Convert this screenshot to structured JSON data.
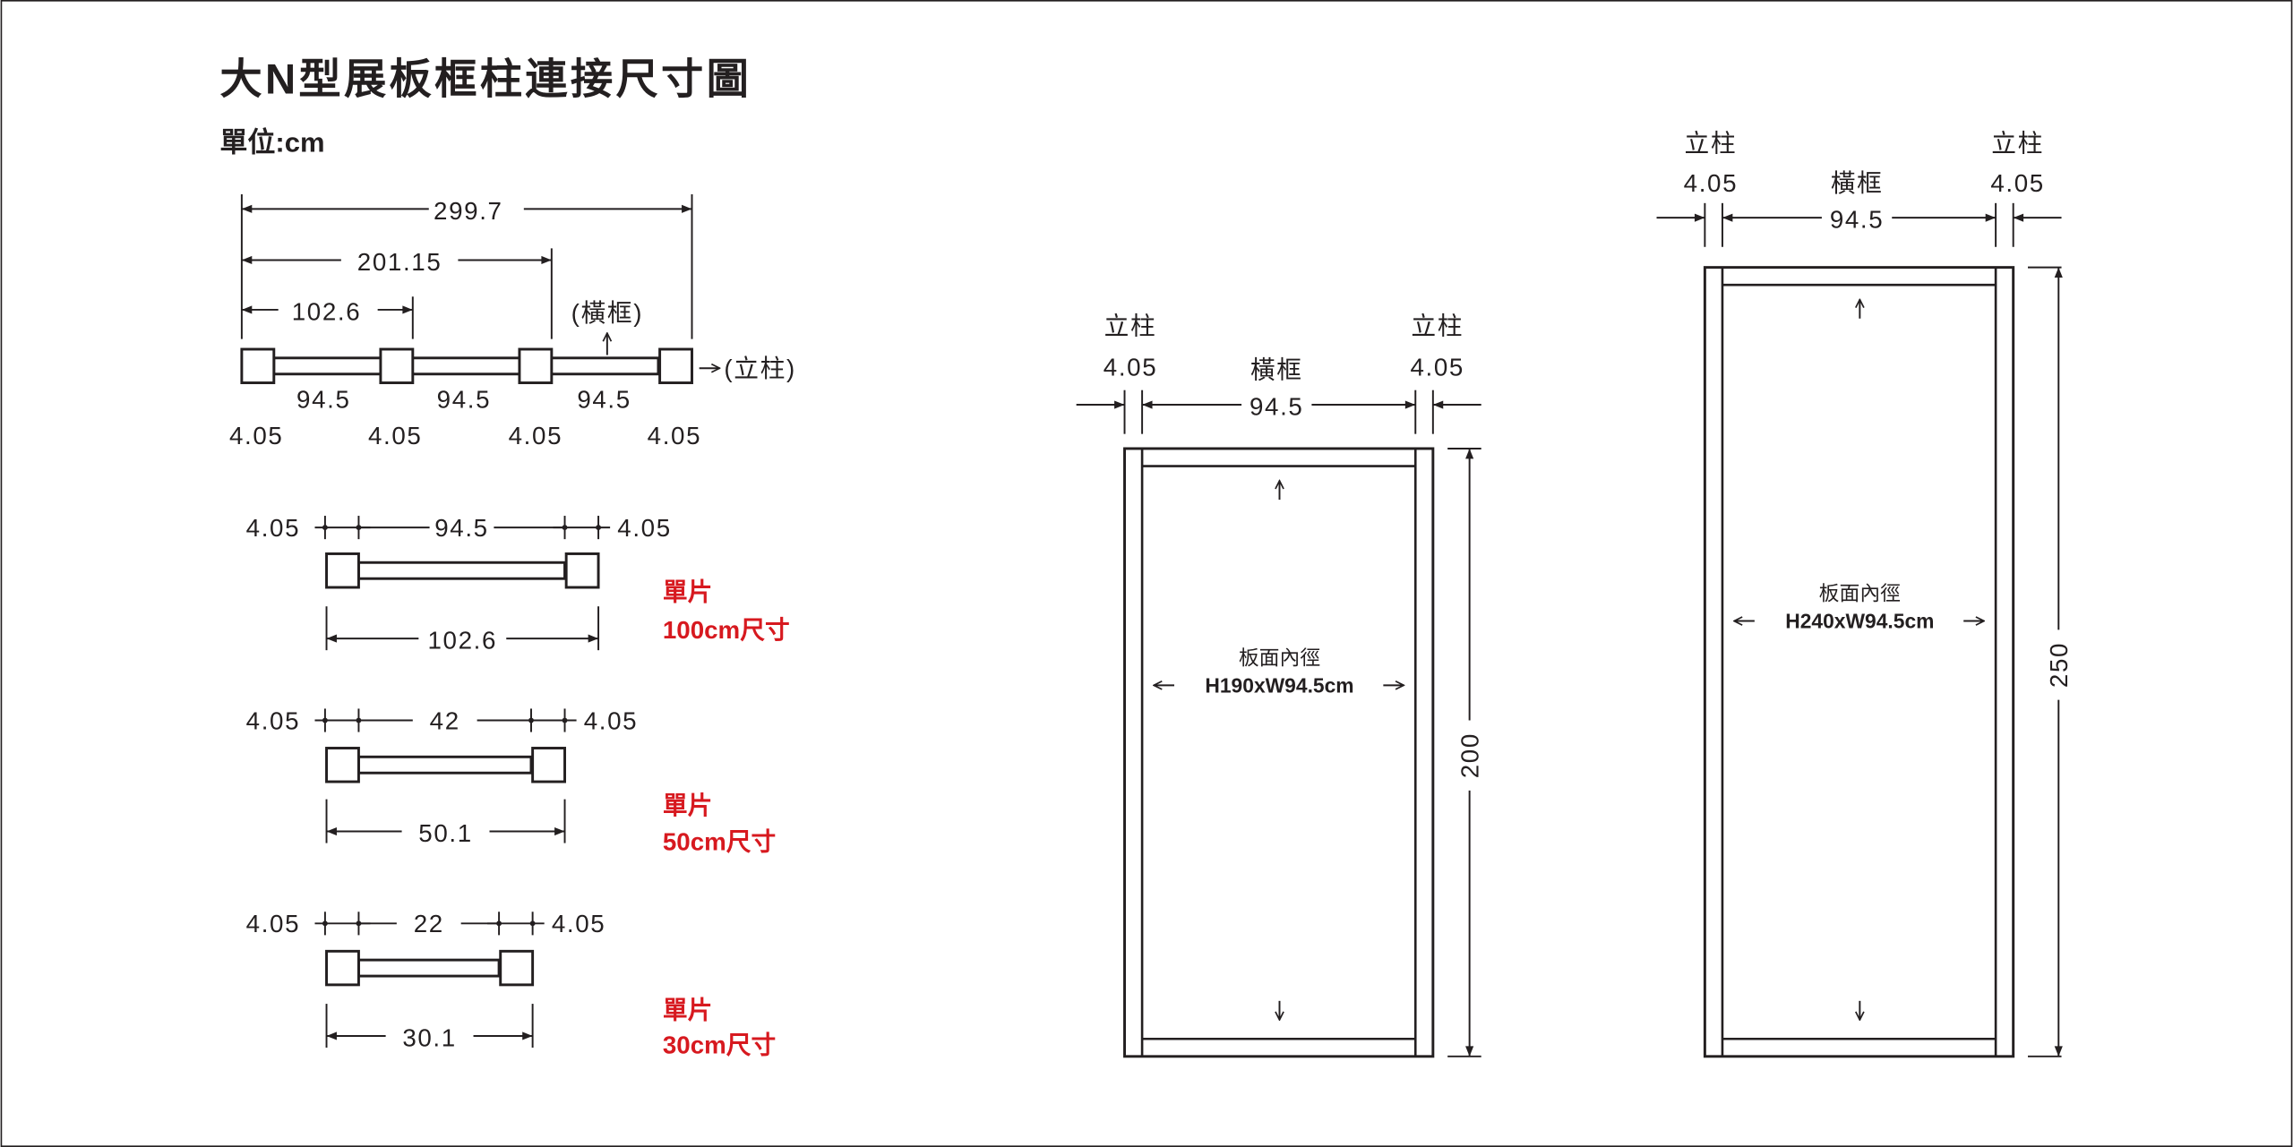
{
  "title": "大N型展板框柱連接尺寸圖",
  "unit": "單位:cm",
  "colors": {
    "ink": "#231f20",
    "accent_red": "#d7191f"
  },
  "overview": {
    "total": "299.7",
    "two_panels": "201.15",
    "one_panel": "102.6",
    "beam_label": "(橫框)",
    "post_label": "(立柱)",
    "beam_widths": [
      "94.5",
      "94.5",
      "94.5"
    ],
    "post_widths": [
      "4.05",
      "4.05",
      "4.05",
      "4.05"
    ]
  },
  "singles": [
    {
      "post": "4.05",
      "beam": "94.5",
      "total": "102.6",
      "label1": "單片",
      "label2": "100cm尺寸"
    },
    {
      "post": "4.05",
      "beam": "42",
      "total": "50.1",
      "label1": "單片",
      "label2": "50cm尺寸"
    },
    {
      "post": "4.05",
      "beam": "22",
      "total": "30.1",
      "label1": "單片",
      "label2": "30cm尺寸"
    }
  ],
  "frames": [
    {
      "post_label": "立柱",
      "post": "4.05",
      "beam_label": "橫框",
      "beam": "94.5",
      "height": "200",
      "inner_label": "板面內徑",
      "inner_size": "H190xW94.5cm"
    },
    {
      "post_label": "立柱",
      "post": "4.05",
      "beam_label": "橫框",
      "beam": "94.5",
      "height": "250",
      "inner_label": "板面內徑",
      "inner_size": "H240xW94.5cm"
    }
  ]
}
